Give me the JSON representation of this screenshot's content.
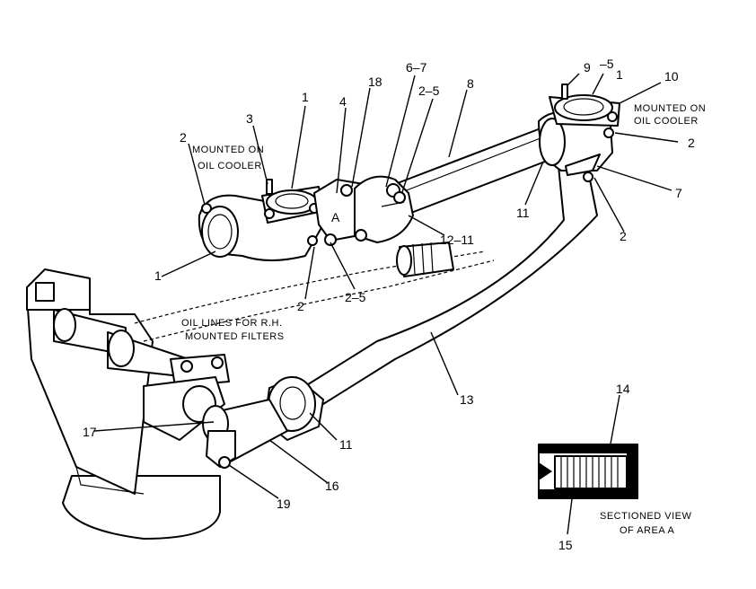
{
  "callouts": {
    "c1_top": "1",
    "c1_left": "1",
    "c1_right": "1",
    "c2_left": "2",
    "c2_center": "2",
    "c2_right_upper": "2",
    "c2_right_lower": "2",
    "c3": "3",
    "c4": "4",
    "c2_5_top": "2–5",
    "c2_5_bottom": "2–5",
    "c6_7": "6–7",
    "c18": "18",
    "c8": "8",
    "c9": "9",
    "c5": "–5",
    "c10": "10",
    "c7": "7",
    "c11_upper": "11",
    "c11_lower": "11",
    "c12_11": "12–11",
    "c13": "13",
    "c14": "14",
    "c15": "15",
    "c16": "16",
    "c17": "17",
    "c19": "19",
    "area_a": "A"
  },
  "notes": {
    "mounted_left_line1": "MOUNTED ON",
    "mounted_left_line2": "OIL COOLER",
    "mounted_right_line1": "MOUNTED ON",
    "mounted_right_line2": "OIL COOLER",
    "oil_lines_line1": "OIL LINES FOR R.H.",
    "oil_lines_line2": "MOUNTED FILTERS",
    "sectioned_line1": "SECTIONED VIEW",
    "sectioned_line2": "OF AREA A"
  }
}
